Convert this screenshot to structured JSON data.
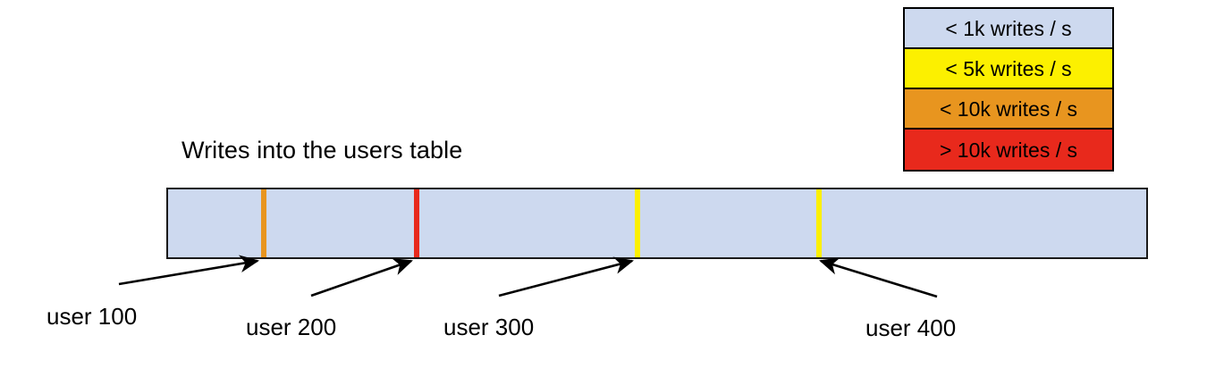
{
  "diagram": {
    "title": "Writes into the users table",
    "background_color": "#ffffff"
  },
  "chart_data": {
    "type": "bar",
    "title": "Writes into the users table",
    "xlabel": "",
    "ylabel": "",
    "orientation": "horizontal",
    "description": "A single horizontal bar representing the users table, segmented by thin colored shard-boundary markers indicating write throughput at four user positions.",
    "bar": {
      "fill_color": "#cdd9ef",
      "border_color": "#1a1a1a",
      "write_rate_category": "< 1k writes / s"
    },
    "categories": [
      "user 100",
      "user 200",
      "user 300",
      "user 400"
    ],
    "markers": [
      {
        "label": "user 100",
        "color": "#e8951f",
        "write_rate_category": "< 10k writes / s",
        "position_pct": 9.5
      },
      {
        "label": "user 200",
        "color": "#e8291c",
        "write_rate_category": "> 10k writes / s",
        "position_pct": 25.1
      },
      {
        "label": "user 300",
        "color": "#fcf000",
        "write_rate_category": "< 5k writes / s",
        "position_pct": 47.7
      },
      {
        "label": "user 400",
        "color": "#fcf000",
        "write_rate_category": "< 5k writes / s",
        "position_pct": 66.3
      }
    ],
    "legend": {
      "position": "top-right",
      "entries": [
        {
          "label": "< 1k writes / s",
          "color": "#cdd9ef"
        },
        {
          "label": "< 5k writes / s",
          "color": "#fcf000"
        },
        {
          "label": "< 10k writes / s",
          "color": "#e8951f"
        },
        {
          "label": "> 10k writes / s",
          "color": "#e8291c"
        }
      ]
    },
    "grid": false
  },
  "callouts": [
    {
      "label": "user 100"
    },
    {
      "label": "user 200"
    },
    {
      "label": "user 300"
    },
    {
      "label": "user 400"
    }
  ]
}
